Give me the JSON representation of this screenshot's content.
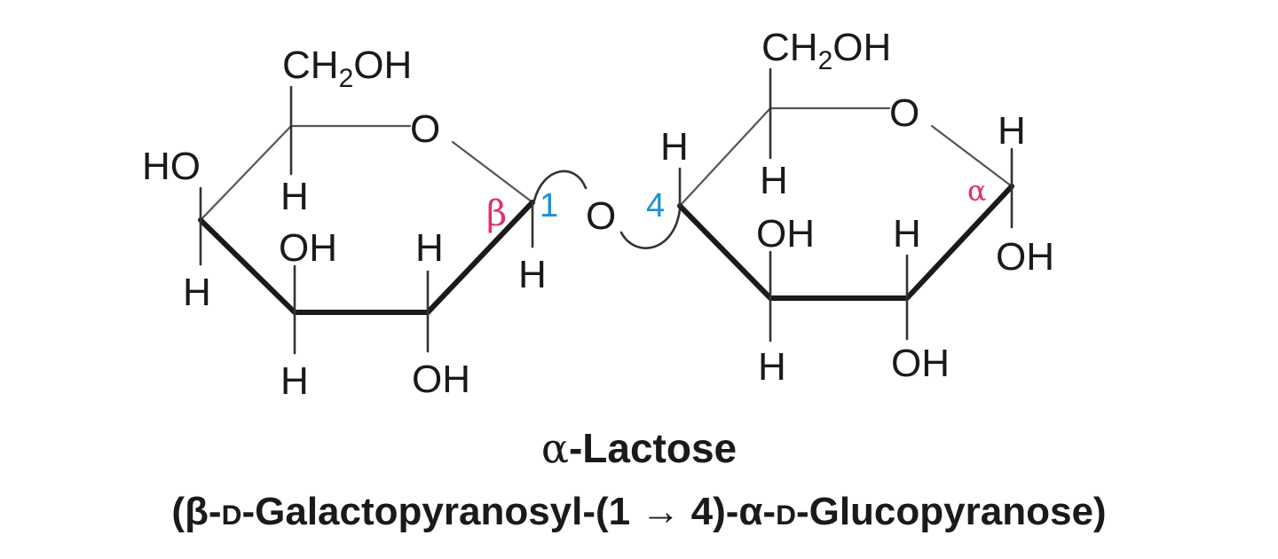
{
  "caption": {
    "title_prefix": "α",
    "title_text": "-Lactose",
    "subtitle_open": "(β-",
    "subtitle_d1": "D",
    "subtitle_mid": "-Galactopyranosyl-(1 → 4)-α-",
    "subtitle_d2": "D",
    "subtitle_end": "-Glucopyranose)"
  },
  "left_ring": {
    "ch2oh_main": "CH",
    "ch2oh_sub": "2",
    "ch2oh_tail": "OH",
    "ring_o": "O",
    "ho": "HO",
    "h_c5": "H",
    "h_c4": "H",
    "oh_c3": "OH",
    "h_c2": "H",
    "h_c3_down": "H",
    "oh_c2_down": "OH",
    "h_anomeric": "H",
    "beta": "β",
    "pos1": "1"
  },
  "glycosidic": {
    "o": "O"
  },
  "right_ring": {
    "ch2oh_main": "CH",
    "ch2oh_sub": "2",
    "ch2oh_tail": "OH",
    "ring_o": "O",
    "h_c4": "H",
    "pos4": "4",
    "h_c5": "H",
    "oh_c3": "OH",
    "h_c2": "H",
    "h_c3_down": "H",
    "oh_c2_down": "OH",
    "h_anomeric": "H",
    "alpha": "α",
    "oh_anomeric": "OH"
  },
  "colors": {
    "anomeric_label": "#e0306a",
    "position_number": "#1a90d8",
    "bonds": "#1a1a1a"
  }
}
